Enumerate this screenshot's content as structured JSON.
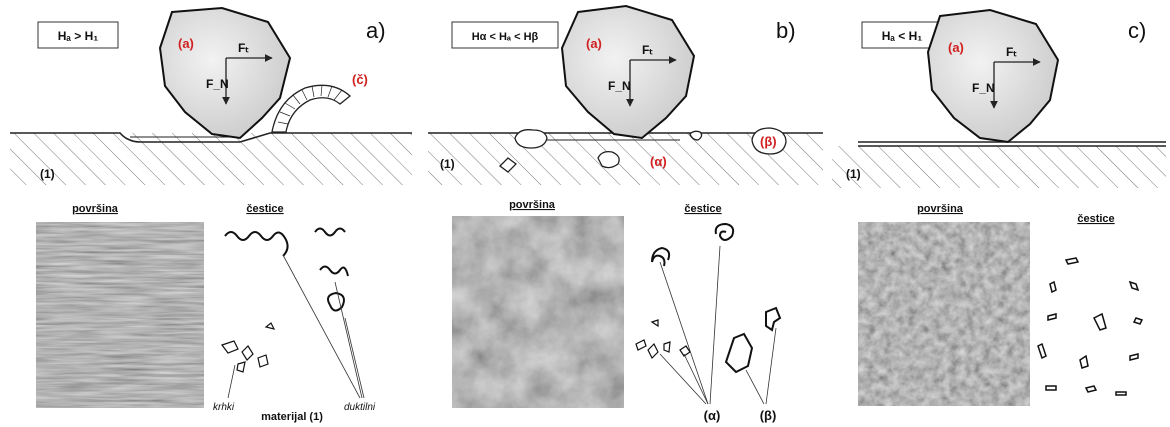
{
  "panels": [
    {
      "letter": "a)",
      "condition": "Hₐ > H₁",
      "abrasive_label": "(a)",
      "force_tangential": "Fₜ",
      "force_normal": "F_N",
      "chip_label": "(č)",
      "substrate_label": "(1)",
      "surface_caption": "površina",
      "particles_caption": "čestice",
      "particle_notes": [
        "krhki",
        "duktilni"
      ],
      "material_caption": "materijal (1)"
    },
    {
      "letter": "b)",
      "condition": "Hα < Hₐ < Hβ",
      "abrasive_label": "(a)",
      "force_tangential": "Fₜ",
      "force_normal": "F_N",
      "phase_alpha": "(α)",
      "phase_beta": "(β)",
      "substrate_label": "(1)",
      "surface_caption": "površina",
      "particles_caption": "čestice",
      "particle_notes": [
        "(α)",
        "(β)"
      ]
    },
    {
      "letter": "c)",
      "condition": "Hₐ < H₁",
      "abrasive_label": "(a)",
      "force_tangential": "Fₜ",
      "force_normal": "F_N",
      "substrate_label": "(1)",
      "surface_caption": "površina",
      "particles_caption": "čestice"
    }
  ],
  "colors": {
    "accent_red": "#d12020",
    "line": "#222222",
    "rock_fill": "#dcdcdc"
  }
}
